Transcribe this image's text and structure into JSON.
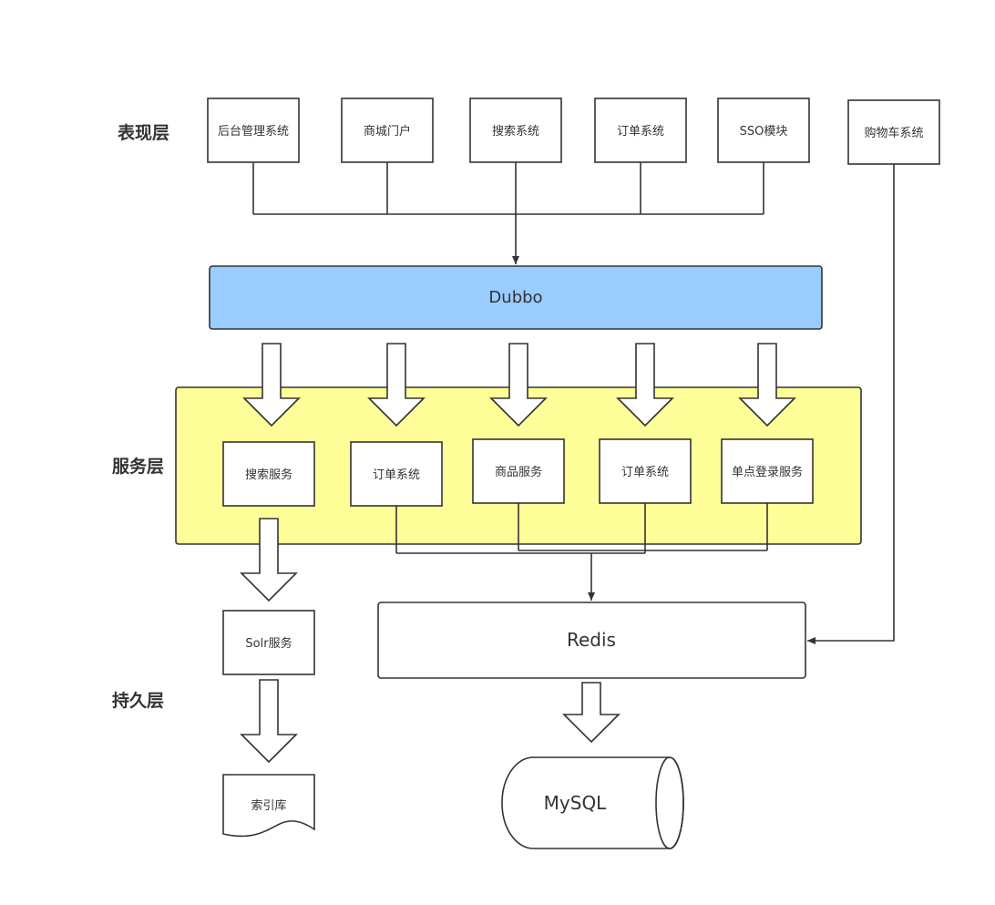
{
  "layers": {
    "presentation": "表现层",
    "service": "服务层",
    "persistence": "持久层"
  },
  "presentation_systems": [
    "后台管理系统",
    "商城门户",
    "搜索系统",
    "订单系统",
    "SSO模块"
  ],
  "cart_system": "购物车系统",
  "dubbo": {
    "label": "Dubbo",
    "color": "#99CCFF"
  },
  "service_panel": {
    "color": "#FFFF99"
  },
  "services": [
    "搜索服务",
    "订单系统",
    "商品服务",
    "订单系统",
    "单点登录服务"
  ],
  "solr": "Solr服务",
  "index_store": "索引库",
  "redis": "Redis",
  "mysql": "MySQL"
}
